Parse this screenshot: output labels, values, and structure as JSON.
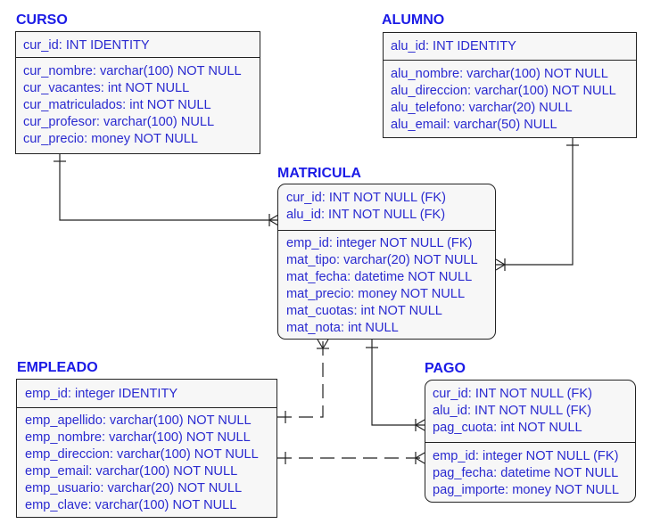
{
  "entities": {
    "curso": {
      "title": "CURSO",
      "keys": [
        "cur_id: INT IDENTITY"
      ],
      "attrs": [
        "cur_nombre: varchar(100) NOT NULL",
        "cur_vacantes: int NOT NULL",
        "cur_matriculados: int NOT NULL",
        "cur_profesor: varchar(100) NULL",
        "cur_precio: money NOT NULL"
      ]
    },
    "alumno": {
      "title": "ALUMNO",
      "keys": [
        "alu_id: INT IDENTITY"
      ],
      "attrs": [
        "alu_nombre: varchar(100) NOT NULL",
        "alu_direccion: varchar(100) NOT NULL",
        "alu_telefono: varchar(20) NULL",
        "alu_email: varchar(50) NULL"
      ]
    },
    "matricula": {
      "title": "MATRICULA",
      "keys": [
        "cur_id: INT NOT NULL (FK)",
        "alu_id: INT NOT NULL (FK)"
      ],
      "attrs": [
        "emp_id: integer NOT NULL (FK)",
        "mat_tipo: varchar(20) NOT NULL",
        "mat_fecha: datetime NOT NULL",
        "mat_precio: money NOT NULL",
        "mat_cuotas: int NOT NULL",
        "mat_nota: int NULL"
      ]
    },
    "empleado": {
      "title": "EMPLEADO",
      "keys": [
        "emp_id: integer IDENTITY"
      ],
      "attrs": [
        "emp_apellido: varchar(100) NOT NULL",
        "emp_nombre: varchar(100) NOT NULL",
        "emp_direccion: varchar(100) NOT NULL",
        "emp_email: varchar(100) NOT NULL",
        "emp_usuario: varchar(20) NOT NULL",
        "emp_clave: varchar(100) NOT NULL"
      ]
    },
    "pago": {
      "title": "PAGO",
      "keys": [
        "cur_id: INT NOT NULL (FK)",
        "alu_id: INT NOT NULL (FK)",
        "pag_cuota: int NOT NULL"
      ],
      "attrs": [
        "emp_id: integer NOT NULL (FK)",
        "pag_fecha: datetime NOT NULL",
        "pag_importe: money NOT NULL"
      ]
    }
  },
  "relationships": [
    {
      "from": "curso",
      "to": "matricula",
      "style": "identifying"
    },
    {
      "from": "alumno",
      "to": "matricula",
      "style": "identifying"
    },
    {
      "from": "matricula",
      "to": "pago",
      "style": "identifying"
    },
    {
      "from": "empleado",
      "to": "matricula",
      "style": "non-identifying"
    },
    {
      "from": "empleado",
      "to": "pago",
      "style": "non-identifying"
    }
  ],
  "colors": {
    "title": "#1a1ae6",
    "text": "#2a2ad0",
    "fill": "#f7f7f7",
    "line": "#222222"
  }
}
